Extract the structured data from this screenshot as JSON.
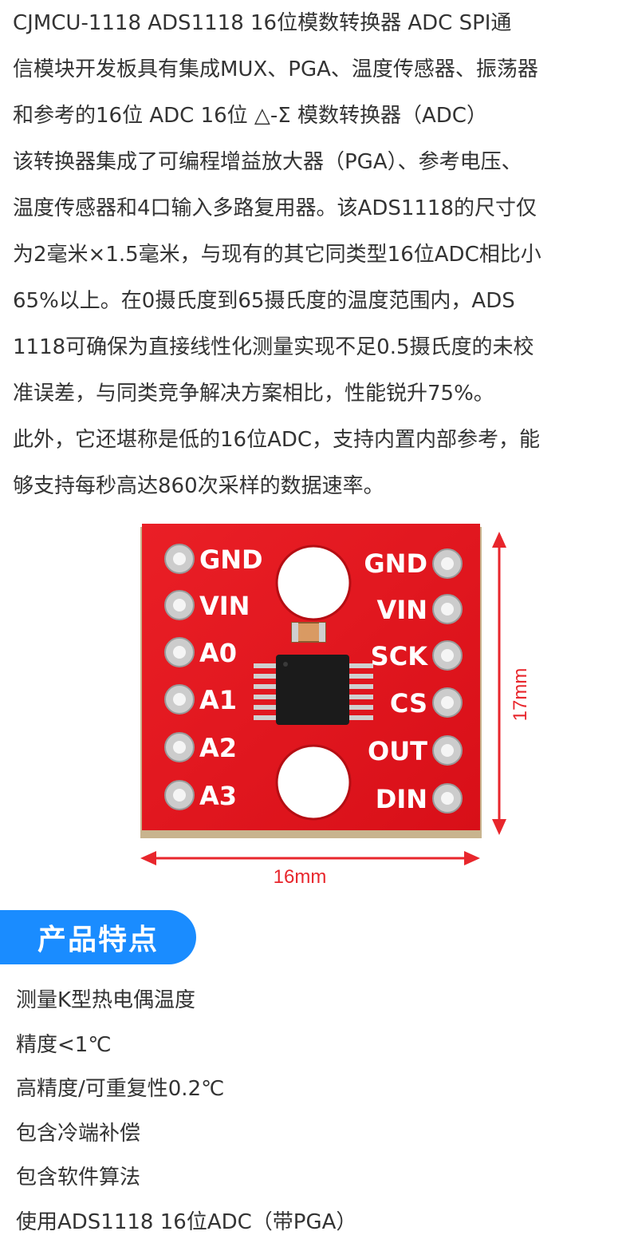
{
  "intro": {
    "lines": [
      "CJMCU-1118  ADS1118  16位模数转换器 ADC SPI通",
      "信模块开发板具有集成MUX、PGA、温度传感器、振荡器",
      "和参考的16位 ADC 16位 △-Σ 模数转换器（ADC）",
      "该转换器集成了可编程增益放大器（PGA）、参考电压、",
      "温度传感器和4口输入多路复用器。该ADS1118的尺寸仅",
      "为2毫米×1.5毫米，与现有的其它同类型16位ADC相比小",
      "65%以上。在0摄氏度到65摄氏度的温度范围内，ADS",
      "1118可确保为直接线性化测量实现不足0.5摄氏度的未校",
      "准误差，与同类竞争解决方案相比，性能锐升75%。",
      "此外，它还堪称是低的16位ADC，支持内置内部参考，能",
      "够支持每秒高达860次采样的数据速率。"
    ]
  },
  "board": {
    "left_pins": [
      "GND",
      "VIN",
      "A0",
      "A1",
      "A2",
      "A3"
    ],
    "right_pins": [
      "GND",
      "VIN",
      "SCK",
      "CS",
      "OUT",
      "DIN"
    ],
    "width_label": "16mm",
    "height_label": "17mm",
    "colors": {
      "pcb": "#e2141c",
      "accent": "#e8262c",
      "pad": "#c9c9c9"
    }
  },
  "section": {
    "title": "产品特点",
    "color": "#1a8cff"
  },
  "features": [
    "测量K型热电偶温度",
    "精度<1℃",
    "高精度/可重复性0.2℃",
    "包含冷端补偿",
    "包含软件算法",
    "使用ADS1118  16位ADC（带PGA）"
  ]
}
